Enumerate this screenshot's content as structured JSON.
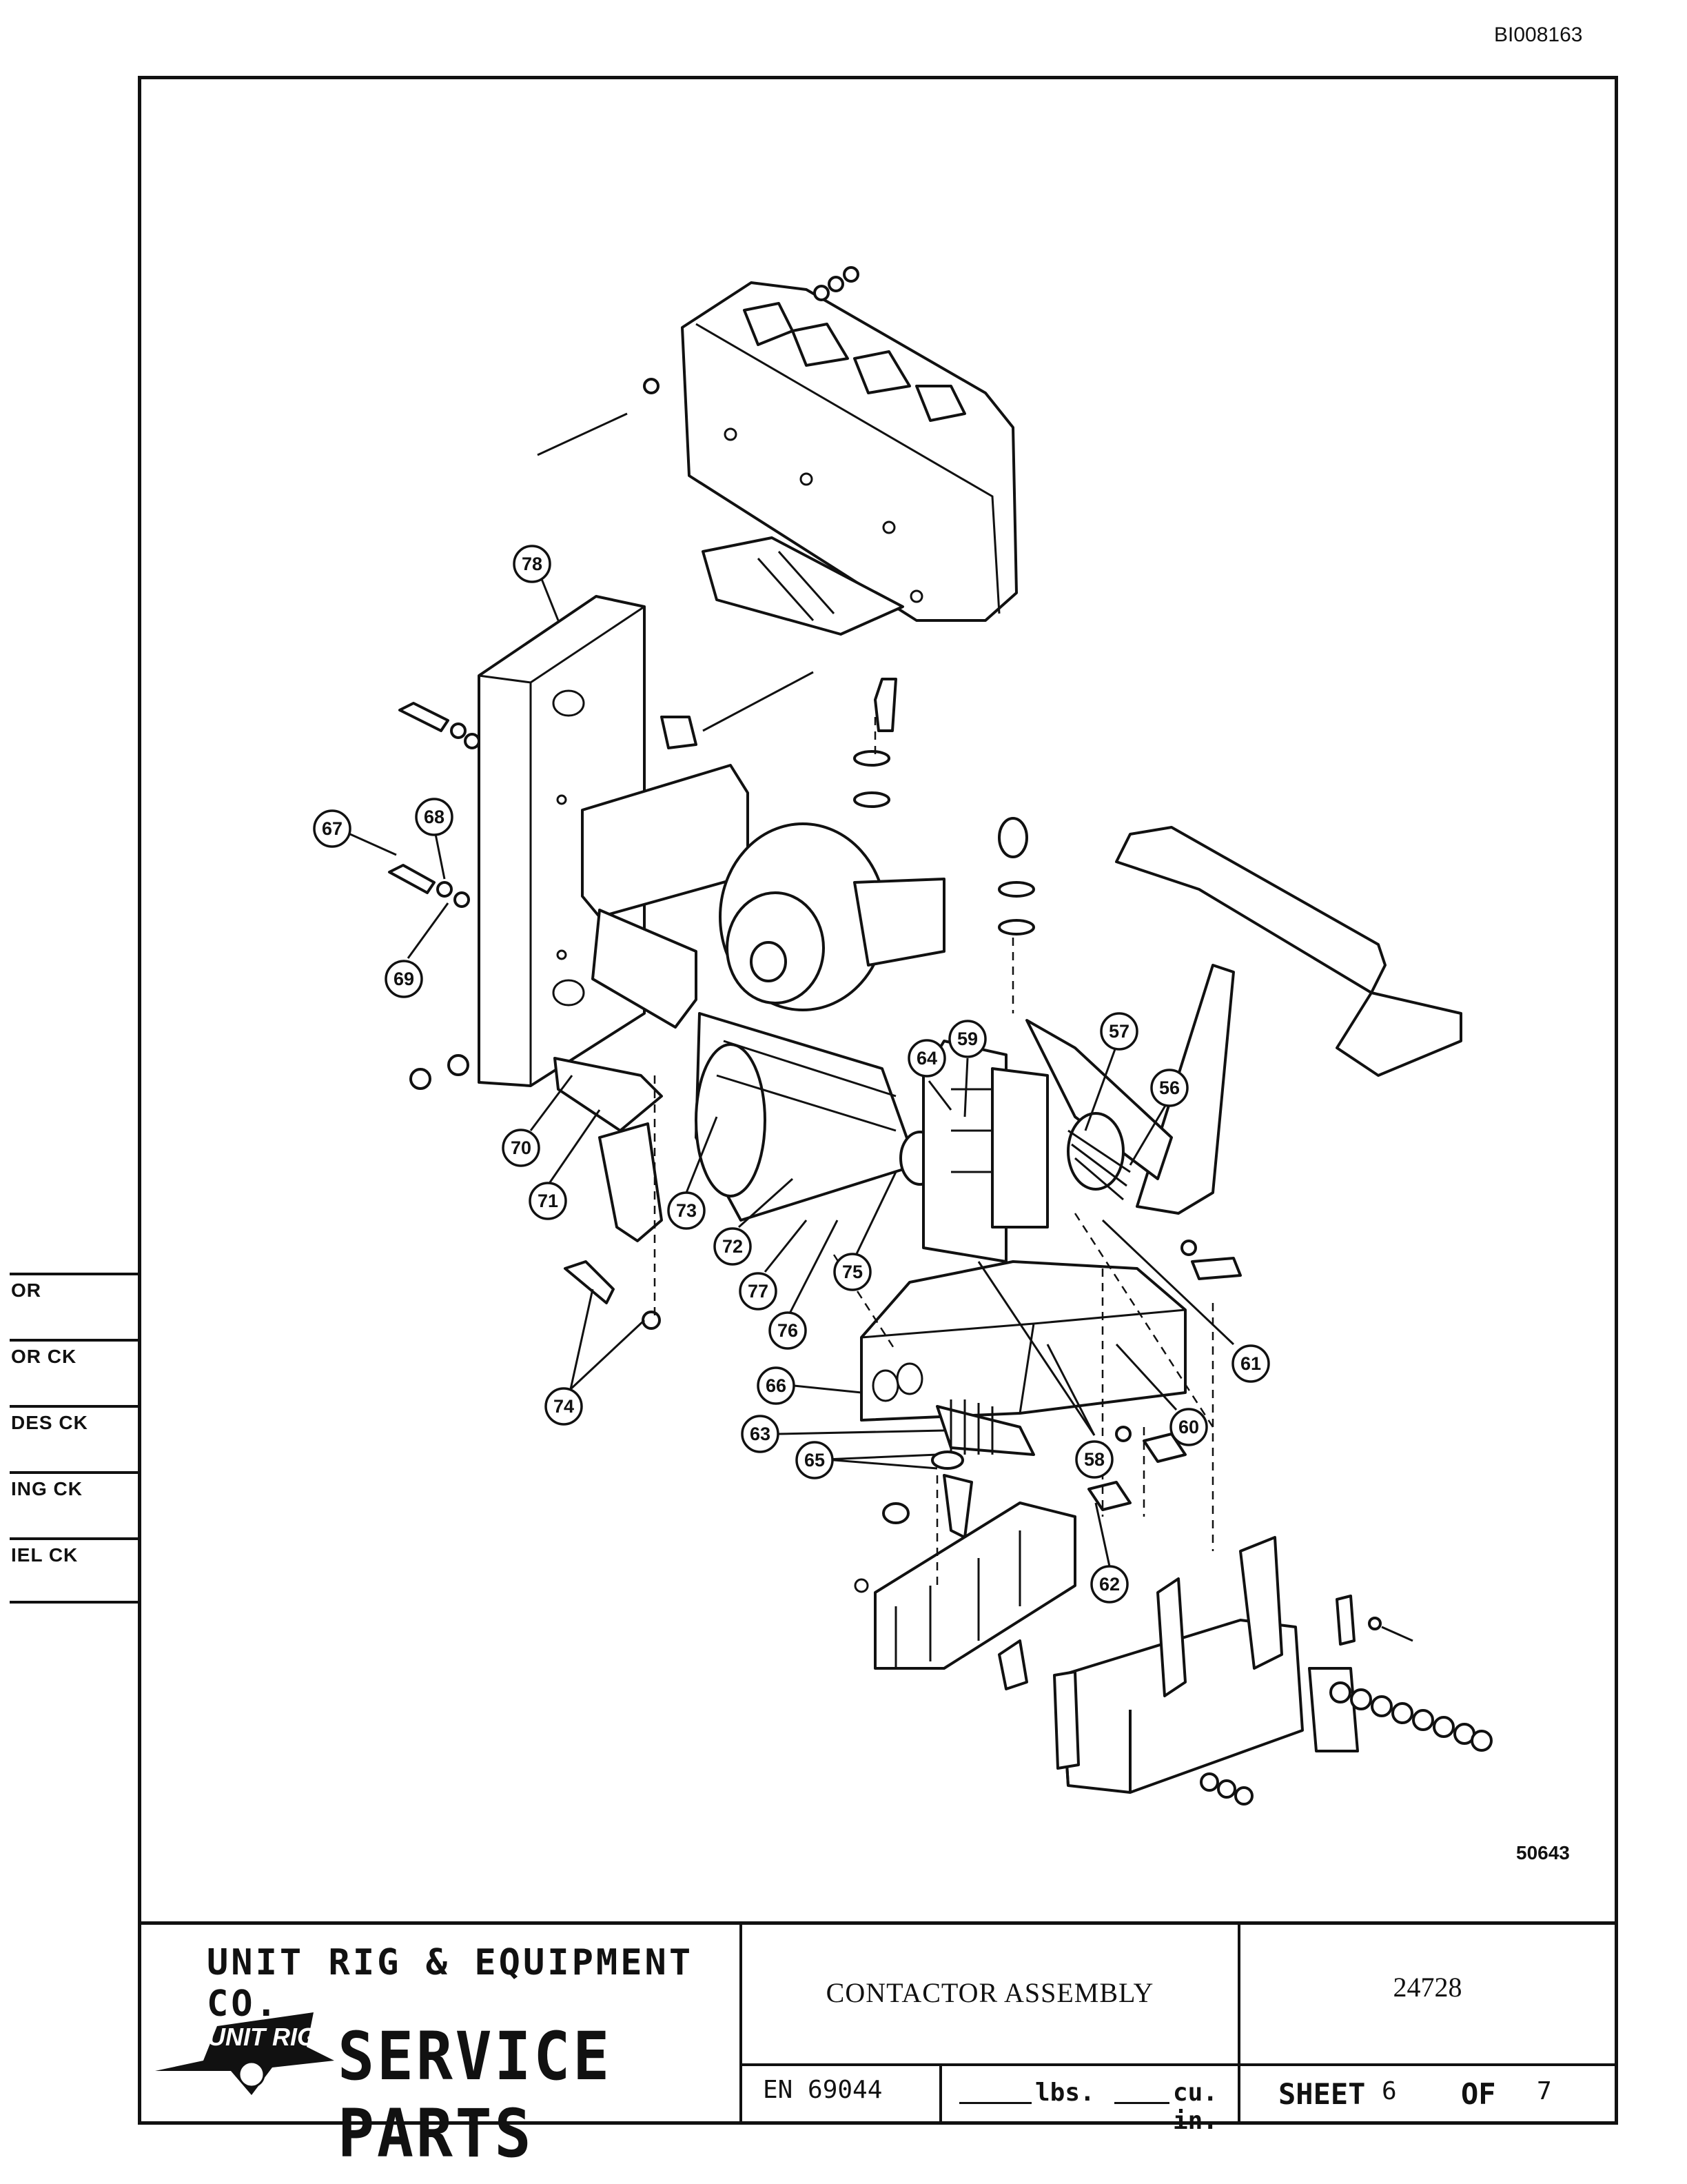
{
  "document": {
    "doc_id": "BI008163",
    "drawing_number": "50643"
  },
  "side_tabs": [
    "OR",
    "OR CK",
    "DES CK",
    "ING CK",
    "IEL CK"
  ],
  "callouts": [
    "78",
    "67",
    "68",
    "69",
    "70",
    "71",
    "73",
    "72",
    "77",
    "76",
    "75",
    "64",
    "59",
    "57",
    "56",
    "61",
    "60",
    "58",
    "62",
    "66",
    "63",
    "65",
    "74"
  ],
  "title_block": {
    "company": "UNIT RIG & EQUIPMENT CO.",
    "logo_text": "UNIT RIG",
    "department": "SERVICE PARTS",
    "title": "CONTACTOR ASSEMBLY",
    "part_number": "24728",
    "en_number": "EN 69044",
    "weight_label": "lbs.",
    "volume_label": "cu. in.",
    "sheet_label": "SHEET",
    "sheet_number": "6",
    "of_label": "OF",
    "total_sheets": "7"
  }
}
